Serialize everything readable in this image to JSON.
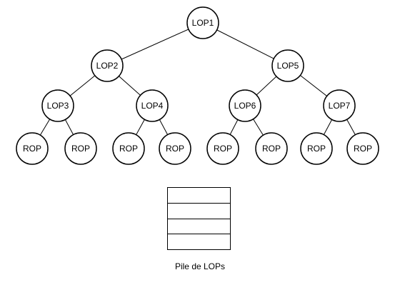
{
  "nodes": [
    {
      "id": "n1",
      "label": "LOP1"
    },
    {
      "id": "n2",
      "label": "LOP2"
    },
    {
      "id": "n3",
      "label": "LOP5"
    },
    {
      "id": "n4",
      "label": "LOP3"
    },
    {
      "id": "n5",
      "label": "LOP4"
    },
    {
      "id": "n6",
      "label": "LOP6"
    },
    {
      "id": "n7",
      "label": "LOP7"
    },
    {
      "id": "n8",
      "label": "ROP"
    },
    {
      "id": "n9",
      "label": "ROP"
    },
    {
      "id": "n10",
      "label": "ROP"
    },
    {
      "id": "n11",
      "label": "ROP"
    },
    {
      "id": "n12",
      "label": "ROP"
    },
    {
      "id": "n13",
      "label": "ROP"
    },
    {
      "id": "n14",
      "label": "ROP"
    },
    {
      "id": "n15",
      "label": "ROP"
    }
  ],
  "edges": [
    [
      "n1",
      "n2"
    ],
    [
      "n1",
      "n3"
    ],
    [
      "n2",
      "n4"
    ],
    [
      "n2",
      "n5"
    ],
    [
      "n3",
      "n6"
    ],
    [
      "n3",
      "n7"
    ],
    [
      "n4",
      "n8"
    ],
    [
      "n4",
      "n9"
    ],
    [
      "n5",
      "n10"
    ],
    [
      "n5",
      "n11"
    ],
    [
      "n6",
      "n12"
    ],
    [
      "n6",
      "n13"
    ],
    [
      "n7",
      "n14"
    ],
    [
      "n7",
      "n15"
    ]
  ],
  "stack": {
    "label": "Pile de LOPs",
    "slots": 4
  }
}
